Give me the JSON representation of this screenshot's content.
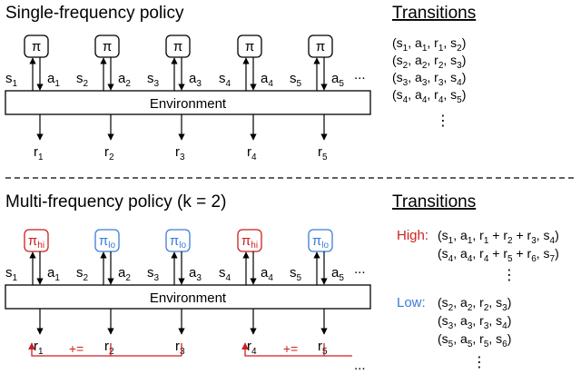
{
  "colors": {
    "ink": "#000000",
    "hi": "#cc1f1f",
    "lo": "#3b7dd8"
  },
  "single": {
    "title": "Single-frequency policy",
    "transitions_title": "Transitions",
    "environment": "Environment",
    "policies": [
      {
        "label": "π",
        "sub": "",
        "kind": "base"
      },
      {
        "label": "π",
        "sub": "",
        "kind": "base"
      },
      {
        "label": "π",
        "sub": "",
        "kind": "base"
      },
      {
        "label": "π",
        "sub": "",
        "kind": "base"
      },
      {
        "label": "π",
        "sub": "",
        "kind": "base"
      }
    ],
    "states": [
      "1",
      "2",
      "3",
      "4",
      "5"
    ],
    "actions": [
      "1",
      "2",
      "3",
      "4",
      "5"
    ],
    "rewards": [
      "1",
      "2",
      "3",
      "4",
      "5"
    ],
    "ellipsis": "...",
    "transitions": [
      [
        [
          "(s",
          ""
        ],
        [
          "1",
          "sub"
        ],
        [
          ", a",
          ""
        ],
        [
          "1",
          "sub"
        ],
        [
          ", r",
          ""
        ],
        [
          "1",
          "sub"
        ],
        [
          ", s",
          ""
        ],
        [
          "2",
          "sub"
        ],
        [
          ")",
          ""
        ]
      ],
      [
        [
          "(s",
          ""
        ],
        [
          "2",
          "sub"
        ],
        [
          ", a",
          ""
        ],
        [
          "2",
          "sub"
        ],
        [
          ", r",
          ""
        ],
        [
          "2",
          "sub"
        ],
        [
          ", s",
          ""
        ],
        [
          "3",
          "sub"
        ],
        [
          ")",
          ""
        ]
      ],
      [
        [
          "(s",
          ""
        ],
        [
          "3",
          "sub"
        ],
        [
          ", a",
          ""
        ],
        [
          "3",
          "sub"
        ],
        [
          ", r",
          ""
        ],
        [
          "3",
          "sub"
        ],
        [
          ", s",
          ""
        ],
        [
          "4",
          "sub"
        ],
        [
          ")",
          ""
        ]
      ],
      [
        [
          "(s",
          ""
        ],
        [
          "4",
          "sub"
        ],
        [
          ", a",
          ""
        ],
        [
          "4",
          "sub"
        ],
        [
          ", r",
          ""
        ],
        [
          "4",
          "sub"
        ],
        [
          ", s",
          ""
        ],
        [
          "5",
          "sub"
        ],
        [
          ")",
          ""
        ]
      ]
    ],
    "more": "⋮"
  },
  "multi": {
    "title": "Multi-frequency policy (k = 2)",
    "transitions_title": "Transitions",
    "environment": "Environment",
    "policies": [
      {
        "label": "π",
        "sub": "hi",
        "kind": "hi"
      },
      {
        "label": "π",
        "sub": "lo",
        "kind": "lo"
      },
      {
        "label": "π",
        "sub": "lo",
        "kind": "lo"
      },
      {
        "label": "π",
        "sub": "hi",
        "kind": "hi"
      },
      {
        "label": "π",
        "sub": "lo",
        "kind": "lo"
      }
    ],
    "states": [
      "1",
      "2",
      "3",
      "4",
      "5"
    ],
    "actions": [
      "1",
      "2",
      "3",
      "4",
      "5"
    ],
    "rewards": [
      "1",
      "2",
      "3",
      "4",
      "5"
    ],
    "ellipsis": "...",
    "accumulate": "+=",
    "high_label": "High:",
    "low_label": "Low:",
    "high": [
      [
        [
          "(s",
          ""
        ],
        [
          "1",
          "sub"
        ],
        [
          ", a",
          ""
        ],
        [
          "1",
          "sub"
        ],
        [
          ", r",
          ""
        ],
        [
          "1",
          "sub"
        ],
        [
          " + r",
          ""
        ],
        [
          "2",
          "sub"
        ],
        [
          " + r",
          ""
        ],
        [
          "3",
          "sub"
        ],
        [
          ", s",
          ""
        ],
        [
          "4",
          "sub"
        ],
        [
          ")",
          ""
        ]
      ],
      [
        [
          "(s",
          ""
        ],
        [
          "4",
          "sub"
        ],
        [
          ", a",
          ""
        ],
        [
          "4",
          "sub"
        ],
        [
          ", r",
          ""
        ],
        [
          "4",
          "sub"
        ],
        [
          " + r",
          ""
        ],
        [
          "5",
          "sub"
        ],
        [
          " + r",
          ""
        ],
        [
          "6",
          "sub"
        ],
        [
          ", s",
          ""
        ],
        [
          "7",
          "sub"
        ],
        [
          ")",
          ""
        ]
      ]
    ],
    "low": [
      [
        [
          "(s",
          ""
        ],
        [
          "2",
          "sub"
        ],
        [
          ", a",
          ""
        ],
        [
          "2",
          "sub"
        ],
        [
          ", r",
          ""
        ],
        [
          "2",
          "sub"
        ],
        [
          ", s",
          ""
        ],
        [
          "3",
          "sub"
        ],
        [
          ")",
          ""
        ]
      ],
      [
        [
          "(s",
          ""
        ],
        [
          "3",
          "sub"
        ],
        [
          ", a",
          ""
        ],
        [
          "3",
          "sub"
        ],
        [
          ", r",
          ""
        ],
        [
          "3",
          "sub"
        ],
        [
          ", s",
          ""
        ],
        [
          "4",
          "sub"
        ],
        [
          ")",
          ""
        ]
      ],
      [
        [
          "(s",
          ""
        ],
        [
          "5",
          "sub"
        ],
        [
          ", a",
          ""
        ],
        [
          "5",
          "sub"
        ],
        [
          ", r",
          ""
        ],
        [
          "5",
          "sub"
        ],
        [
          ", s",
          ""
        ],
        [
          "6",
          "sub"
        ],
        [
          ")",
          ""
        ]
      ]
    ],
    "more": "⋮"
  }
}
